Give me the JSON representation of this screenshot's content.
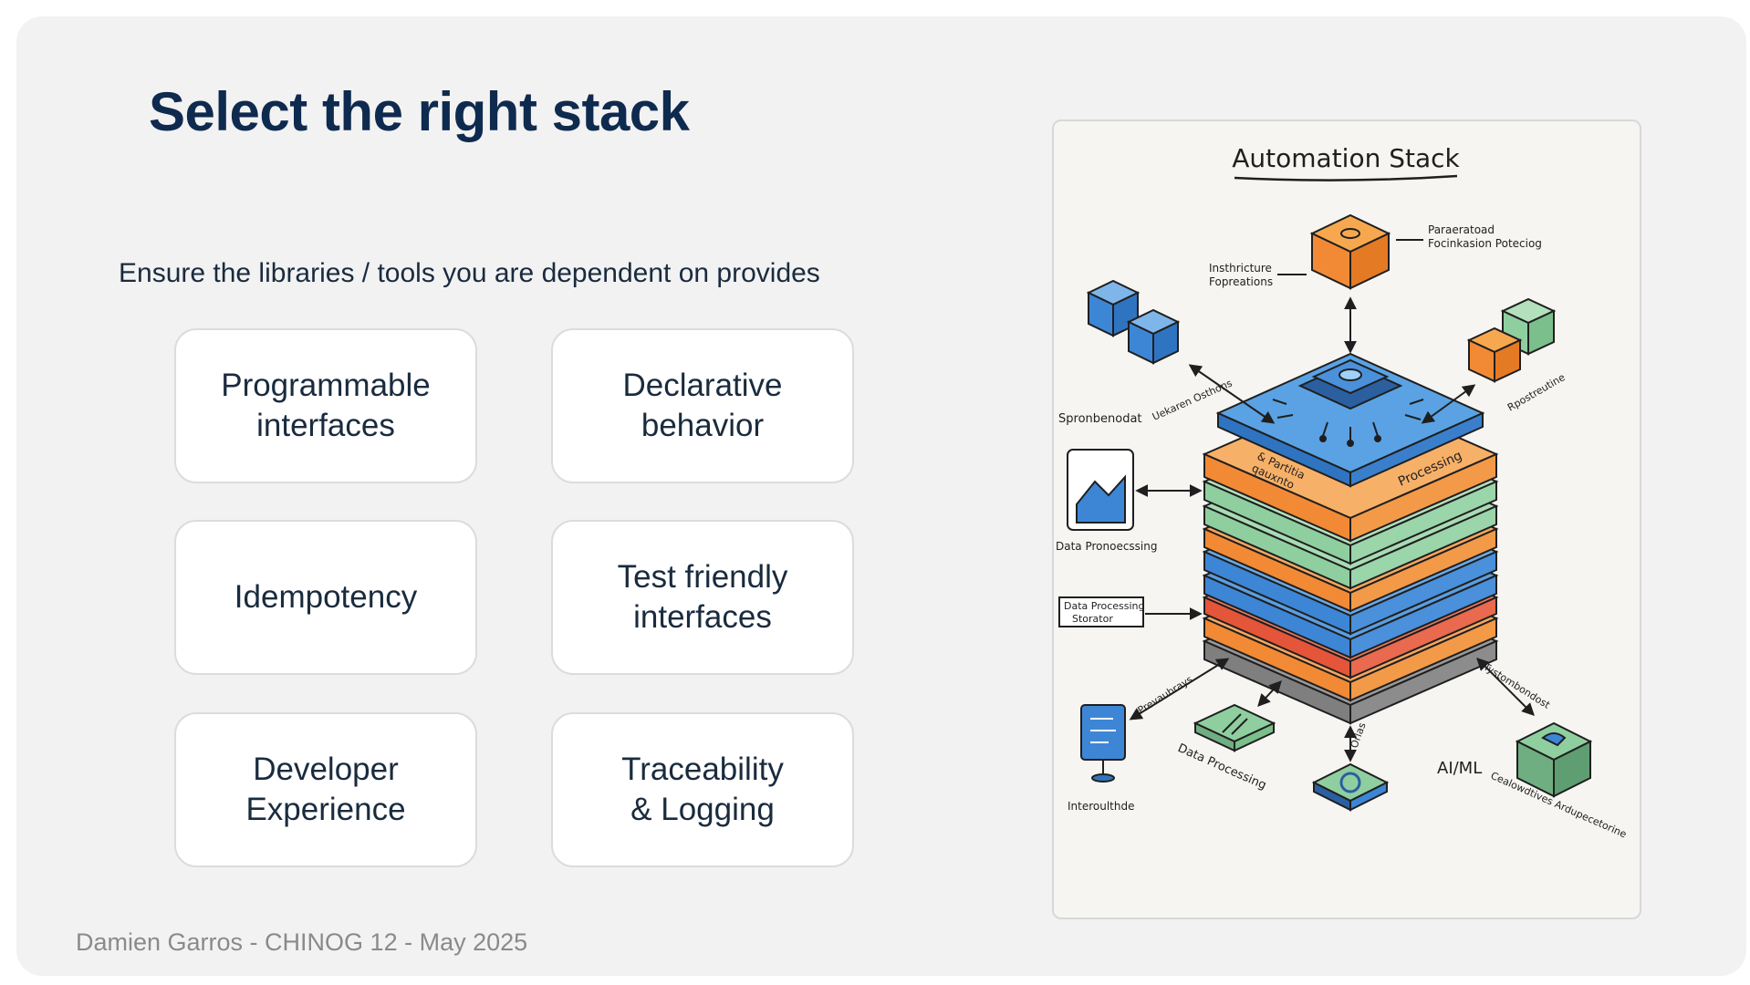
{
  "slide": {
    "title": "Select the right stack",
    "subtitle": "Ensure the libraries / tools you are dependent on provides",
    "cards": [
      {
        "label": "Programmable\ninterfaces"
      },
      {
        "label": "Declarative\nbehavior"
      },
      {
        "label": "Idempotency"
      },
      {
        "label": "Test friendly\ninterfaces"
      },
      {
        "label": "Developer\nExperience"
      },
      {
        "label": "Traceability\n& Logging"
      }
    ],
    "footer": "Damien Garros - CHINOG 12 - May 2025"
  },
  "illustration": {
    "title": "Automation Stack",
    "labels": {
      "top_right": "Paraeratoad\nFocinkasion Poteciog",
      "top_left": "Insthricture\nFopreations",
      "left_cubes": "Spronbenodat",
      "left_cubes_arrow": "Uekaren  Osthons",
      "right_cubes_arrow": "Rpostreutine",
      "data_processing_icon": "Data Pronoecssing",
      "data_processing_box": "Data Processing\nStorator",
      "bottom_left_arrow": "Prevaubrays",
      "bottom_data_processing": "Data Processing",
      "bottom_icon": "Interoulthde",
      "center_arrow": "Orlas",
      "right_arrow": "Tystombondost",
      "ai_ml": "AI/ML",
      "ai_ml_sub": "Cealowdtives  Ardupecetorine",
      "layer_processing": "Processing",
      "layer_partitioning": "& Partitia\nqauxnto"
    },
    "colors": {
      "blue": "#3d86d6",
      "orange": "#f28a35",
      "green": "#8fcf9f",
      "red": "#e5553a",
      "gray": "#9a9a9a",
      "ink": "#1f1f1f"
    }
  }
}
